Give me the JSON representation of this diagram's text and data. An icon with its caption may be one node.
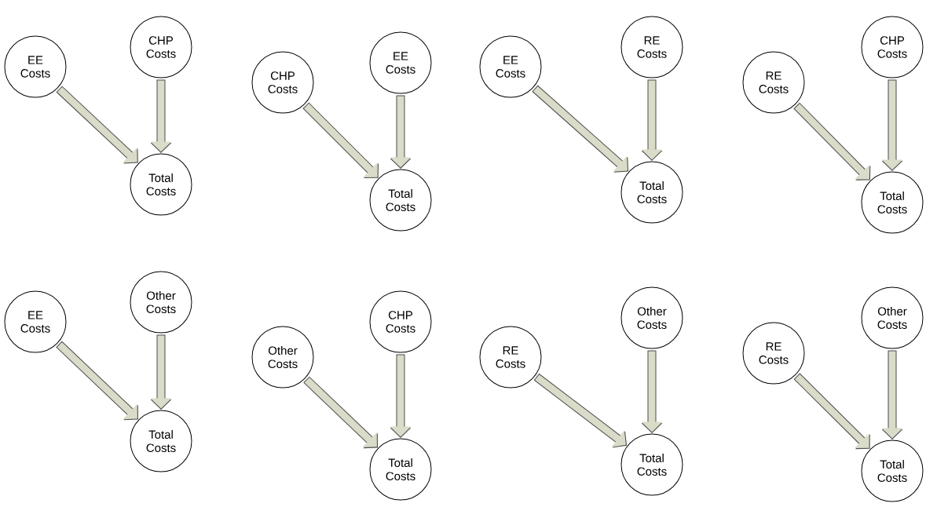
{
  "diagram": {
    "nodes": [
      {
        "text": [
          "EE Costs"
        ]
      },
      {
        "text": [
          "CHP Costs"
        ]
      },
      {
        "text": [
          "Total Costs"
        ]
      },
      {
        "text": [
          "CHP Costs"
        ]
      },
      {
        "text": [
          "EE Costs"
        ]
      },
      {
        "text": [
          "Total Costs"
        ]
      },
      {
        "text": [
          "EE Costs"
        ]
      },
      {
        "text": [
          "RE Costs"
        ]
      },
      {
        "text": [
          "Total Costs"
        ]
      },
      {
        "text": [
          "RE Costs"
        ]
      },
      {
        "text": [
          "CHP Costs"
        ]
      },
      {
        "text": [
          "Total Costs"
        ]
      },
      {
        "text": [
          "EE Costs"
        ]
      },
      {
        "text": [
          "Other Costs"
        ]
      },
      {
        "text": [
          "Total Costs"
        ]
      },
      {
        "text": [
          "Other Costs"
        ]
      },
      {
        "text": [
          "CHP Costs"
        ]
      },
      {
        "text": [
          "Total Costs"
        ]
      },
      {
        "text": [
          "RE Costs"
        ]
      },
      {
        "text": [
          "Other Costs"
        ]
      },
      {
        "text": [
          "Total Costs"
        ]
      },
      {
        "text": [
          "RE Costs"
        ]
      },
      {
        "text": [
          "Other Costs"
        ]
      },
      {
        "text": [
          "Total Costs"
        ]
      }
    ],
    "edges": [
      {
        "from": 0,
        "to": 2,
        "arrow": "to"
      },
      {
        "from": 1,
        "to": 2,
        "arrow": "to"
      },
      {
        "from": 3,
        "to": 5,
        "arrow": "to"
      },
      {
        "from": 4,
        "to": 5,
        "arrow": "to"
      },
      {
        "from": 6,
        "to": 8,
        "arrow": "to"
      },
      {
        "from": 7,
        "to": 8,
        "arrow": "to"
      },
      {
        "from": 9,
        "to": 11,
        "arrow": "to"
      },
      {
        "from": 10,
        "to": 11,
        "arrow": "to"
      },
      {
        "from": 12,
        "to": 14,
        "arrow": "to"
      },
      {
        "from": 13,
        "to": 14,
        "arrow": "to"
      },
      {
        "from": 15,
        "to": 17,
        "arrow": "to"
      },
      {
        "from": 16,
        "to": 17,
        "arrow": "to"
      },
      {
        "from": 18,
        "to": 20,
        "arrow": "to"
      },
      {
        "from": 19,
        "to": 20,
        "arrow": "to"
      },
      {
        "from": 21,
        "to": 23,
        "arrow": "to"
      },
      {
        "from": 22,
        "to": 23,
        "arrow": "to"
      }
    ]
  }
}
